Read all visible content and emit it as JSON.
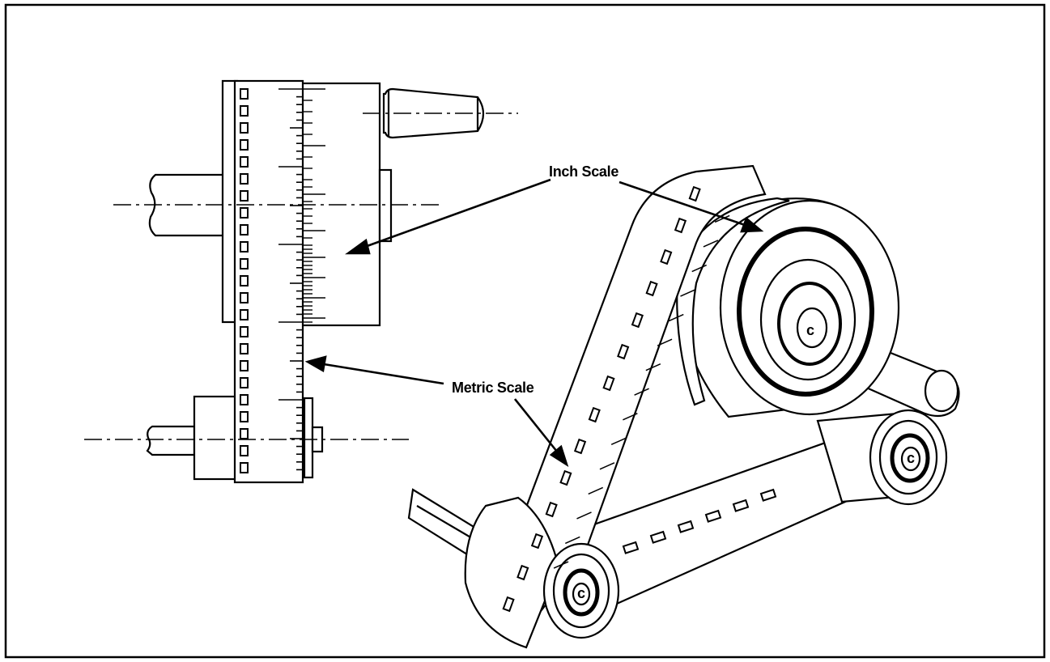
{
  "figure": {
    "labels": {
      "inch_scale": "Inch Scale",
      "metric_scale": "Metric Scale",
      "center_mark": "c"
    },
    "colors": {
      "ink": "#000000",
      "paper": "#ffffff"
    }
  }
}
